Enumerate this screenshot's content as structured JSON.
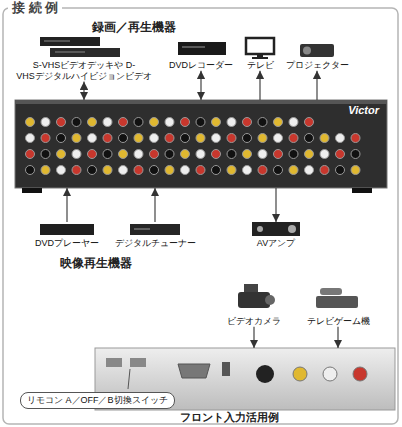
{
  "diagram": {
    "title": "接 続 例",
    "nodes": [
      {
        "text": [
          "S-VHSビデオデッキや D-VHSデジタルハイビジョンビデオ"
        ]
      },
      {
        "text": [
          "DVDレコーダー"
        ]
      },
      {
        "text": [
          "テレビ"
        ]
      },
      {
        "text": [
          "プロジェクター"
        ]
      },
      {
        "text": [
          "Victor"
        ]
      },
      {
        "text": [
          "DVDプレーヤー"
        ]
      },
      {
        "text": [
          "デジタルチューナー"
        ]
      },
      {
        "text": [
          "AVアンプ"
        ]
      },
      {
        "text": [
          "ビデオカメラ"
        ]
      },
      {
        "text": [
          "テレビゲーム機"
        ]
      },
      {
        "text": [
          "フロント入力活用例"
        ]
      },
      {
        "text": [
          "リモコン A／OFF／B切換スイッチ"
        ]
      }
    ],
    "edges": [
      {
        "from": 4,
        "to": 0,
        "arrow": "both"
      },
      {
        "from": 4,
        "to": 1,
        "arrow": "both"
      },
      {
        "from": 4,
        "to": 2,
        "arrow": "to"
      },
      {
        "from": 4,
        "to": 3,
        "arrow": "to"
      },
      {
        "from": 5,
        "to": 4,
        "arrow": "to"
      },
      {
        "from": 6,
        "to": 4,
        "arrow": "to"
      },
      {
        "from": 4,
        "to": 7,
        "arrow": "to"
      },
      {
        "from": 8,
        "to": 10,
        "arrow": "to"
      },
      {
        "from": 9,
        "to": 10,
        "arrow": "to"
      }
    ],
    "labels": [
      "録画／再生機器",
      "映像再生機器"
    ]
  }
}
